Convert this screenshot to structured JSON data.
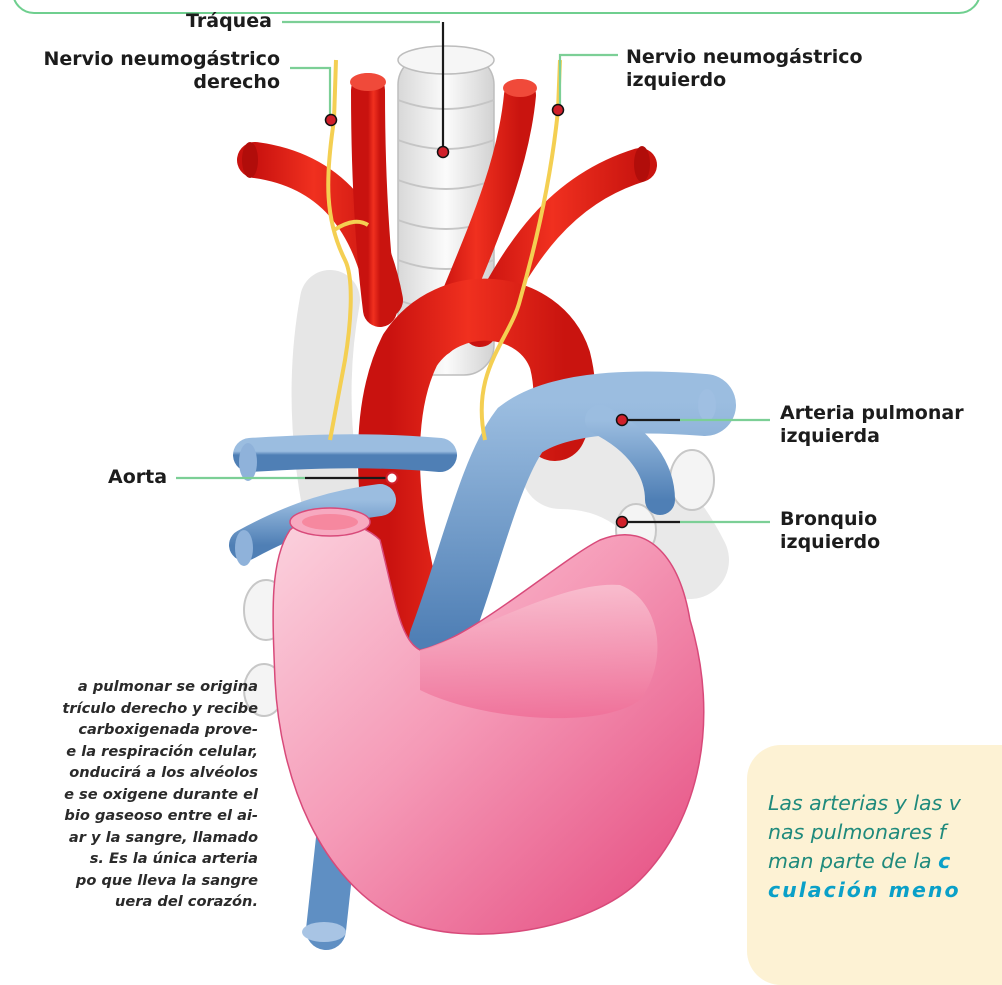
{
  "labels": {
    "traquea": "Tráquea",
    "nervio_derecho_1": "Nervio neumogástrico",
    "nervio_derecho_2": "derecho",
    "nervio_izquierdo_1": "Nervio neumogástrico",
    "nervio_izquierdo_2": "izquierdo",
    "arteria_pulmonar_1": "Arteria pulmonar",
    "arteria_pulmonar_2": "izquierda",
    "aorta": "Aorta",
    "bronquio_1": "Bronquio",
    "bronquio_2": "izquierdo"
  },
  "body_text": [
    "a pulmonar se origina",
    "trículo derecho y recibe",
    "carboxigenada prove-",
    "e la respiración celular,",
    "onducirá a los alvéolos",
    "e se oxigene durante el",
    "bio gaseoso entre el ai-",
    "ar y la sangre, llamado",
    "s. Es la única arteria",
    "po que lleva la sangre",
    "uera del corazón."
  ],
  "note": {
    "line1": "Las arterias y las v",
    "line2": "nas pulmonares f",
    "line3_prefix": "man parte de la ",
    "line3_hl": "c",
    "line4_hl": "culación meno"
  },
  "colors": {
    "artery_red": "#e8231d",
    "pulmonary_blue": "#6f9bc9",
    "heart_pink": "#f27fa2",
    "trachea_white": "#ececec",
    "nerve_yellow": "#f4cf52",
    "leader_green": "#7ccf96",
    "marker_red": "#d0202a",
    "note_bg": "#fdf2d4",
    "note_text": "#1f8a7c",
    "note_highlight": "#0aa0c8"
  }
}
